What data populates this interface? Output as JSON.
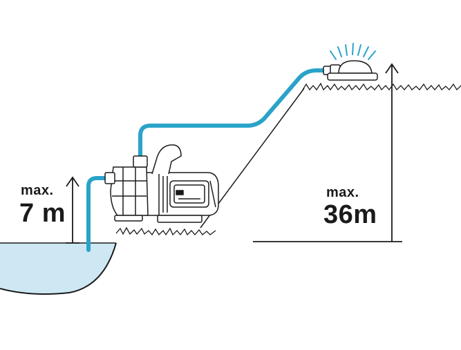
{
  "suction": {
    "label": "max.",
    "value": "7 m"
  },
  "delivery": {
    "label": "max.",
    "value": "36m"
  },
  "colors": {
    "hose": "#2aa3c9",
    "water": "#cde8f3",
    "line": "#1a1a1a"
  },
  "icons": [
    "pump-icon",
    "sprinkler-icon",
    "brand-logo-icon"
  ]
}
